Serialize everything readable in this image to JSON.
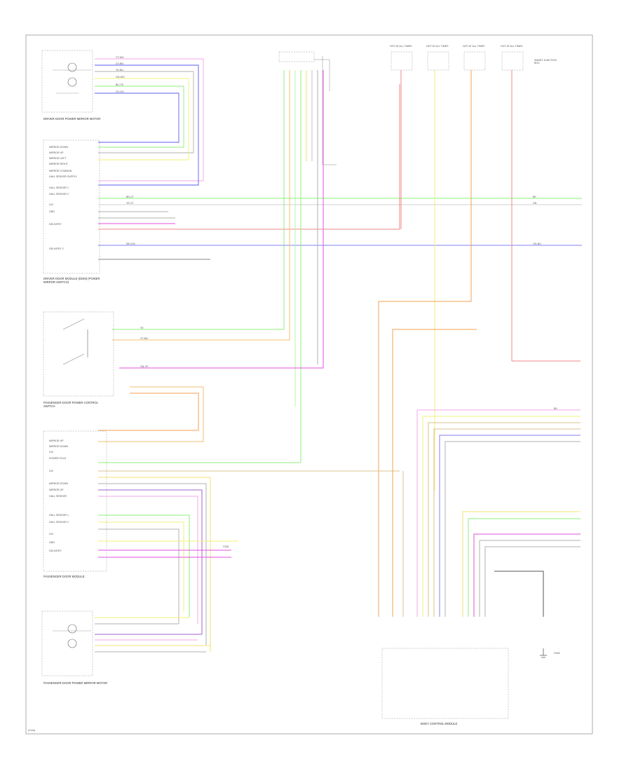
{
  "colors": {
    "pink": "#f4a6e8",
    "blue": "#5b5bf0",
    "green": "#8cf07a",
    "lightgreen": "#b8f5a0",
    "yellow": "#f0f07a",
    "orange": "#f5a050",
    "salmon": "#f08a8a",
    "gray": "#b0b0b0",
    "magenta": "#e050e0",
    "tan": "#d8c090",
    "purple": "#a060d0"
  },
  "components": {
    "driver_mirror": "DRIVER DOOR POWER MIRROR MOTOR",
    "driver_module": "DRIVER DOOR MODULE (DDM) (POWER MIRROR SWITCH)",
    "pass_switch": "PASSENGER DOOR POWER CONTROL SWITCH",
    "pass_module": "PASSENGER DOOR MODULE",
    "pass_mirror": "PASSENGER DOOR POWER MIRROR MOTOR",
    "bcm": "BODY CONTROL MODULE",
    "fuse1": "HOT AT ALL TIMES",
    "fuse2": "HOT AT ALL TIMES",
    "fuse3": "HOT AT ALL TIMES",
    "fuse4": "HOT AT ALL TIMES",
    "junction": "SMART JUNCTION BOX",
    "ground1": "G301",
    "ground2": "G402",
    "page_footer": "(Cont)"
  },
  "pin_labels_left": [
    "MIRROR DOWN",
    "MIRROR UP",
    "MIRROR LEFT",
    "MIRROR RIGHT",
    "MIRROR COMMON",
    "HALL SENSOR SUPPLY",
    "HALL SENSOR 1",
    "HALL SENSOR 2",
    "LIN",
    "GND",
    "DELIVERY",
    "DELIVERY 2"
  ],
  "pin_labels_pass": [
    "MIRROR UP",
    "MIRROR DOWN",
    "LIN",
    "POWER FOLD",
    "LIN",
    "MIRROR DOWN",
    "MIRROR UP",
    "HALL SENSOR",
    "HALL SENSOR 1",
    "HALL SENSOR 2",
    "LIN",
    "GND",
    "DELIVERY"
  ],
  "wire_labels": [
    "VT-WH",
    "GY-BN",
    "YE-BU",
    "GN-WH",
    "BU-YE",
    "GY-OG",
    "BN-VT",
    "YE-VT",
    "WH-GN",
    "BK",
    "GN",
    "OG-BU",
    "YE",
    "VT-BN",
    "GN-YE",
    "BU"
  ]
}
